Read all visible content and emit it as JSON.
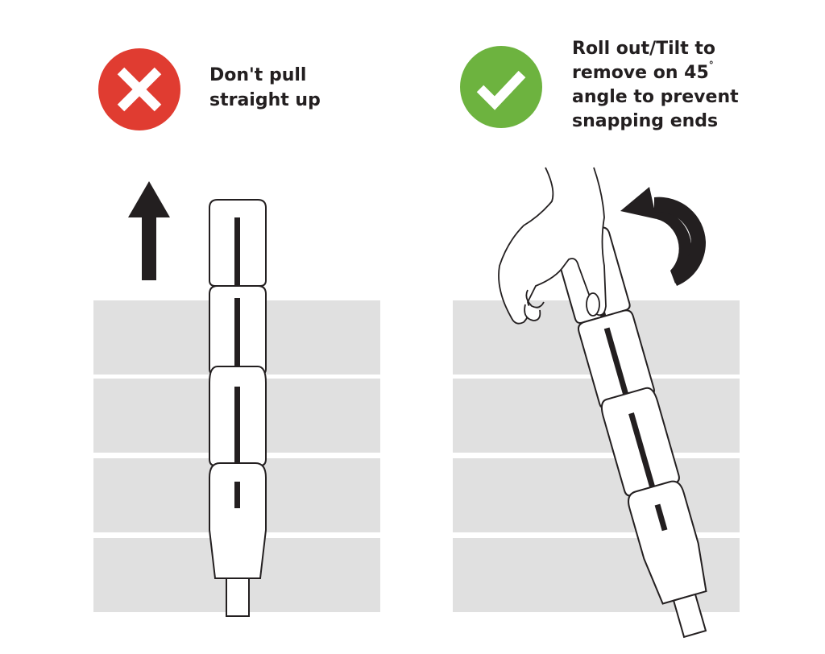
{
  "left_panel": {
    "icon": "x-icon",
    "icon_color": "#e03c31",
    "caption_lines": [
      "Don't pull",
      "straight up"
    ]
  },
  "right_panel": {
    "icon": "check-icon",
    "icon_color": "#6db33f",
    "caption_lines": [
      "Roll out/Tilt to",
      "remove on 45",
      "angle to prevent",
      "snapping ends"
    ],
    "degree_mark": "°"
  }
}
